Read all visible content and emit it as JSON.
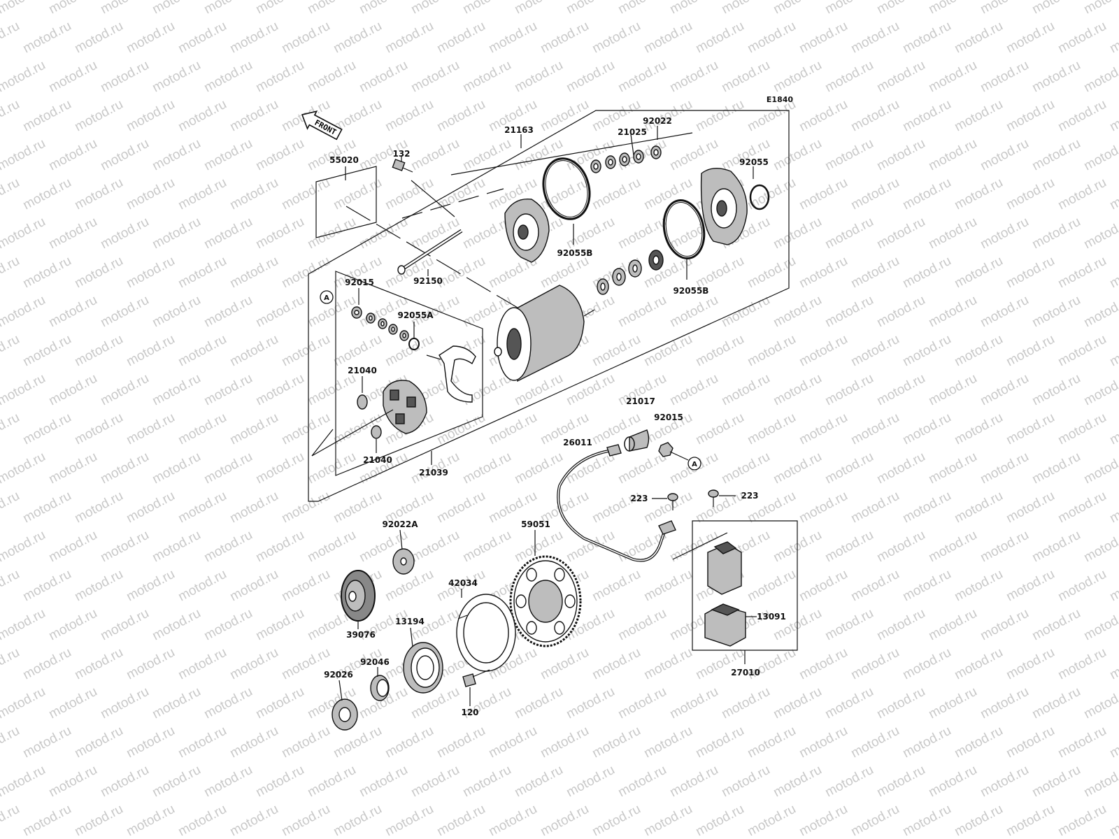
{
  "diagram": {
    "code": "E1840",
    "front_label": "FRONT",
    "watermark": "motod.ru",
    "ref_marker": "A",
    "parts": {
      "p55020": "55020",
      "p132": "132",
      "p21163": "21163",
      "p21025": "21025",
      "p92022": "92022",
      "p92055": "92055",
      "p92055B_top": "92055B",
      "p92150": "92150",
      "p92055B_right": "92055B",
      "p92015_left": "92015",
      "p92055A": "92055A",
      "p21040_upper": "21040",
      "p21040_lower": "21040",
      "p21039": "21039",
      "p21017": "21017",
      "p92015_right": "92015",
      "p26011": "26011",
      "p223_left": "223",
      "p223_right": "223",
      "p92022A": "92022A",
      "p59051": "59051",
      "p42034": "42034",
      "p39076": "39076",
      "p13194": "13194",
      "p13091": "13091",
      "p92026": "92026",
      "p92046": "92046",
      "p120": "120",
      "p27010": "27010"
    }
  }
}
